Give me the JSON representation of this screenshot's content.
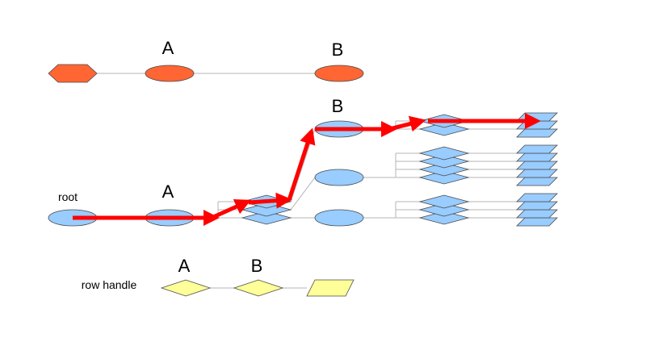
{
  "labels": {
    "top_a": "A",
    "top_b": "B",
    "mid_b": "B",
    "mid_a": "A",
    "root": "root",
    "bottom_a": "A",
    "bottom_b": "B",
    "row_handle": "row handle"
  },
  "colors": {
    "top_node_fill": "#ff6633",
    "tree_node_fill": "#99ccff",
    "handle_node_fill": "#ffff99",
    "path_arrow": "#ff0000",
    "connector": "#b5b5b5"
  }
}
